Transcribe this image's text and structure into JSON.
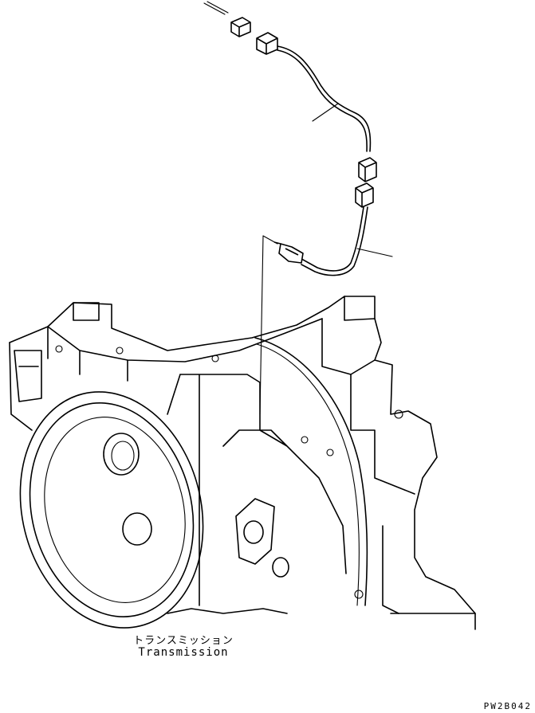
{
  "captions": {
    "japanese": "トランスミッション",
    "english": "Transmission"
  },
  "drawing_code": "PW2B042"
}
